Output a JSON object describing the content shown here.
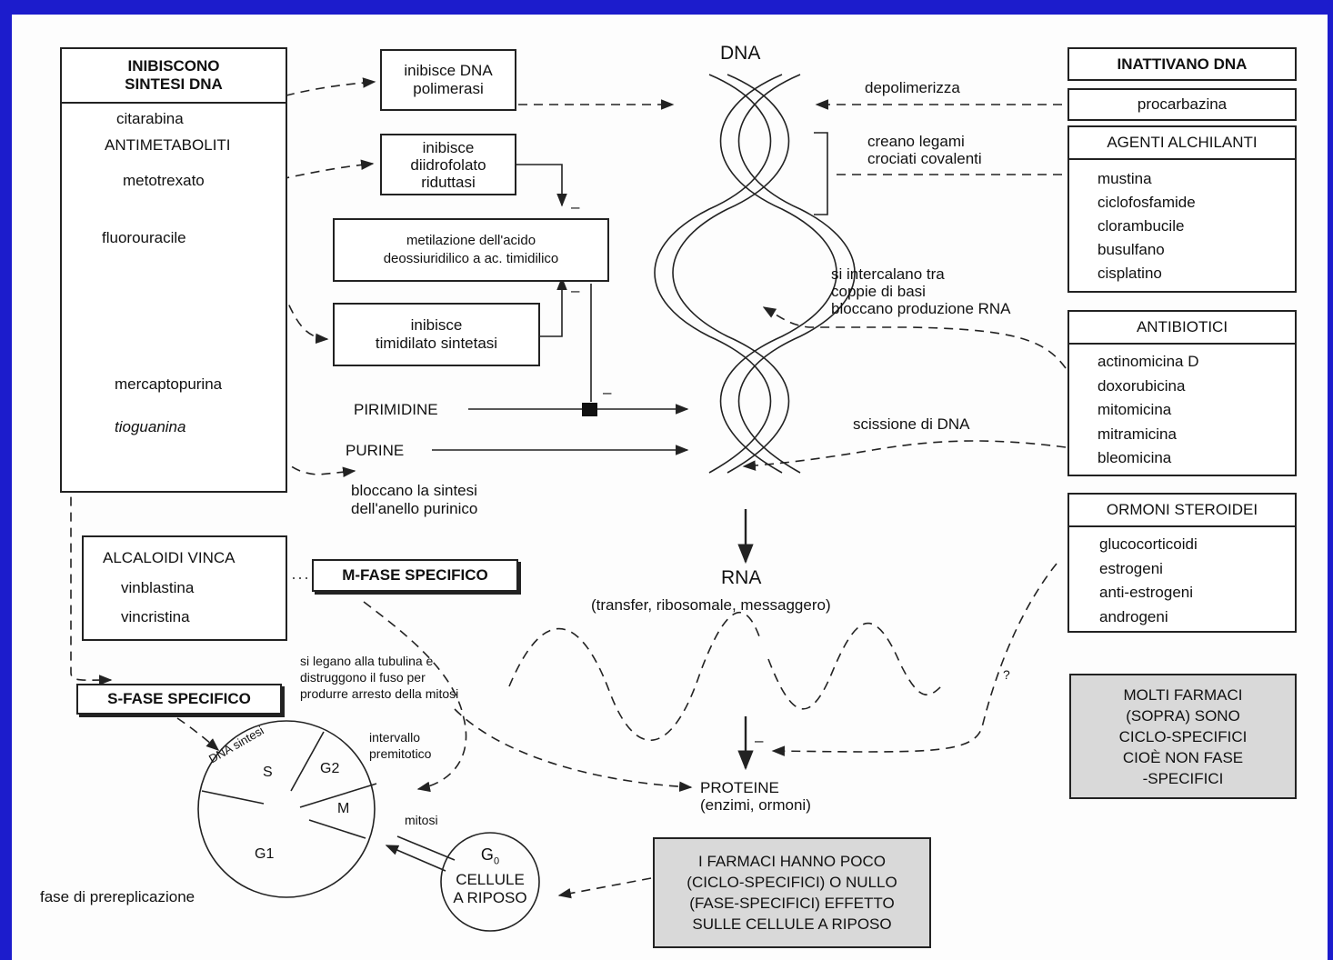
{
  "colors": {
    "frame": "#1c1ccc",
    "line": "#222222",
    "shade": "#d9d9d9"
  },
  "left": {
    "header": [
      "INIBISCONO",
      "SINTESI DNA"
    ],
    "citarabina": "citarabina",
    "antimetaboliti": "ANTIMETABOLITI",
    "metotrexato": "metotrexato",
    "fluorouracile": "fluorouracile",
    "mercaptopurina": "mercaptopurina",
    "tioguanina": "tioguanina"
  },
  "mid": {
    "dna_pol": [
      "inibisce DNA",
      "polimerasi"
    ],
    "diidro": [
      "inibisce",
      "diidrofolato",
      "riduttasi"
    ],
    "metil": [
      "metilazione dell'acido",
      "deossiuridilico a ac. timidilico"
    ],
    "timid": [
      "inibisce",
      "timidilato sintetasi"
    ],
    "pirimidine": "PIRIMIDINE",
    "purine": "PURINE",
    "bloccano": [
      "bloccano la sintesi",
      "dell'anello purinico"
    ]
  },
  "center": {
    "dna": "DNA",
    "depol": "depolimerizza",
    "creano": [
      "creano legami",
      "crociati covalenti"
    ],
    "interc": [
      "si intercalano tra",
      "coppie di basi",
      "bloccano produzione RNA"
    ],
    "scissione": "scissione di DNA",
    "rna": "RNA",
    "rna_sub": "(transfer, ribosomale, messaggero)",
    "proteine": "PROTEINE",
    "proteine_sub": "(enzimi, ormoni)",
    "minus": "–",
    "question": "?"
  },
  "right": {
    "inattivano": "INATTIVANO DNA",
    "procarbazina": "procarbazina",
    "alchilanti_title": "AGENTI ALCHILANTI",
    "alchilanti": [
      "mustina",
      "ciclofosfamide",
      "clorambucile",
      "busulfano",
      "cisplatino"
    ],
    "antibiotici_title": "ANTIBIOTICI",
    "antibiotici": [
      "actinomicina D",
      "doxorubicina",
      "mitomicina",
      "mitramicina",
      "bleomicina"
    ],
    "ormoni_title": "ORMONI STEROIDEI",
    "ormoni": [
      "glucocorticoidi",
      "estrogeni",
      "anti-estrogeni",
      "androgeni"
    ],
    "molti": [
      "MOLTI FARMACI",
      "(SOPRA) SONO",
      "CICLO-SPECIFICI",
      "CIOÈ NON FASE",
      "-SPECIFICI"
    ]
  },
  "bottom": {
    "vinca_title": "ALCALOIDI VINCA",
    "vinca": [
      "vinblastina",
      "vincristina"
    ],
    "mfase": "M-FASE SPECIFICO",
    "sfase": "S-FASE SPECIFICO",
    "tubulina": [
      "si legano alla tubulina e",
      "distruggono il fuso per",
      "produrre arresto della mitosi"
    ],
    "intervallo": [
      "intervallo",
      "premitotico"
    ],
    "mitosi": "mitosi",
    "dna_sintesi": "DNA sintesi",
    "s": "S",
    "g2": "G2",
    "m": "M",
    "g1": "G1",
    "g0": "G",
    "g0_sub": "0",
    "cellule": [
      "CELLULE",
      "A RIPOSO"
    ],
    "prerep": "fase di prereplicazione",
    "farmaci": [
      "I FARMACI HANNO POCO",
      "(CICLO-SPECIFICI) O NULLO",
      "(FASE-SPECIFICI) EFFETTO",
      "SULLE CELLULE A RIPOSO"
    ]
  }
}
